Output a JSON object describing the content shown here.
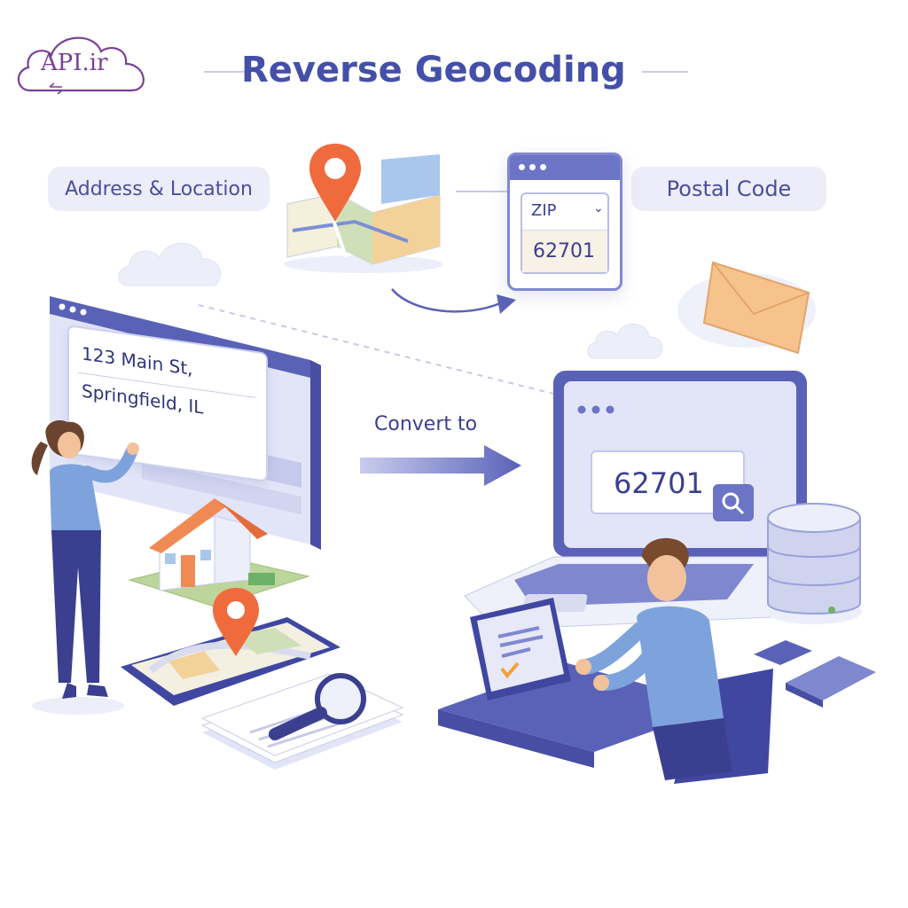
{
  "brand": {
    "logo_text": "API.ir",
    "accent": "#7b3f98"
  },
  "header": {
    "title": "Reverse Geocoding",
    "title_color": "#4450a8"
  },
  "labels": {
    "left_pill": "Address & Location",
    "right_pill": "Postal Code",
    "convert": "Convert to"
  },
  "zip_card": {
    "label": "ZIP",
    "value": "62701"
  },
  "address_window": {
    "line1": "123 Main St,",
    "line2": "Springfield, IL"
  },
  "laptop_search": {
    "value": "62701"
  },
  "icons": {
    "pin": "map-pin-icon",
    "envelope": "envelope-icon",
    "search": "search-icon",
    "magnifier": "magnifying-glass-icon",
    "database": "database-icon",
    "check": "checkmark-icon"
  },
  "colors": {
    "primary": "#5a62b8",
    "light": "#e7e9f8",
    "pin": "#ef6b3d",
    "envelope": "#f4c089"
  }
}
